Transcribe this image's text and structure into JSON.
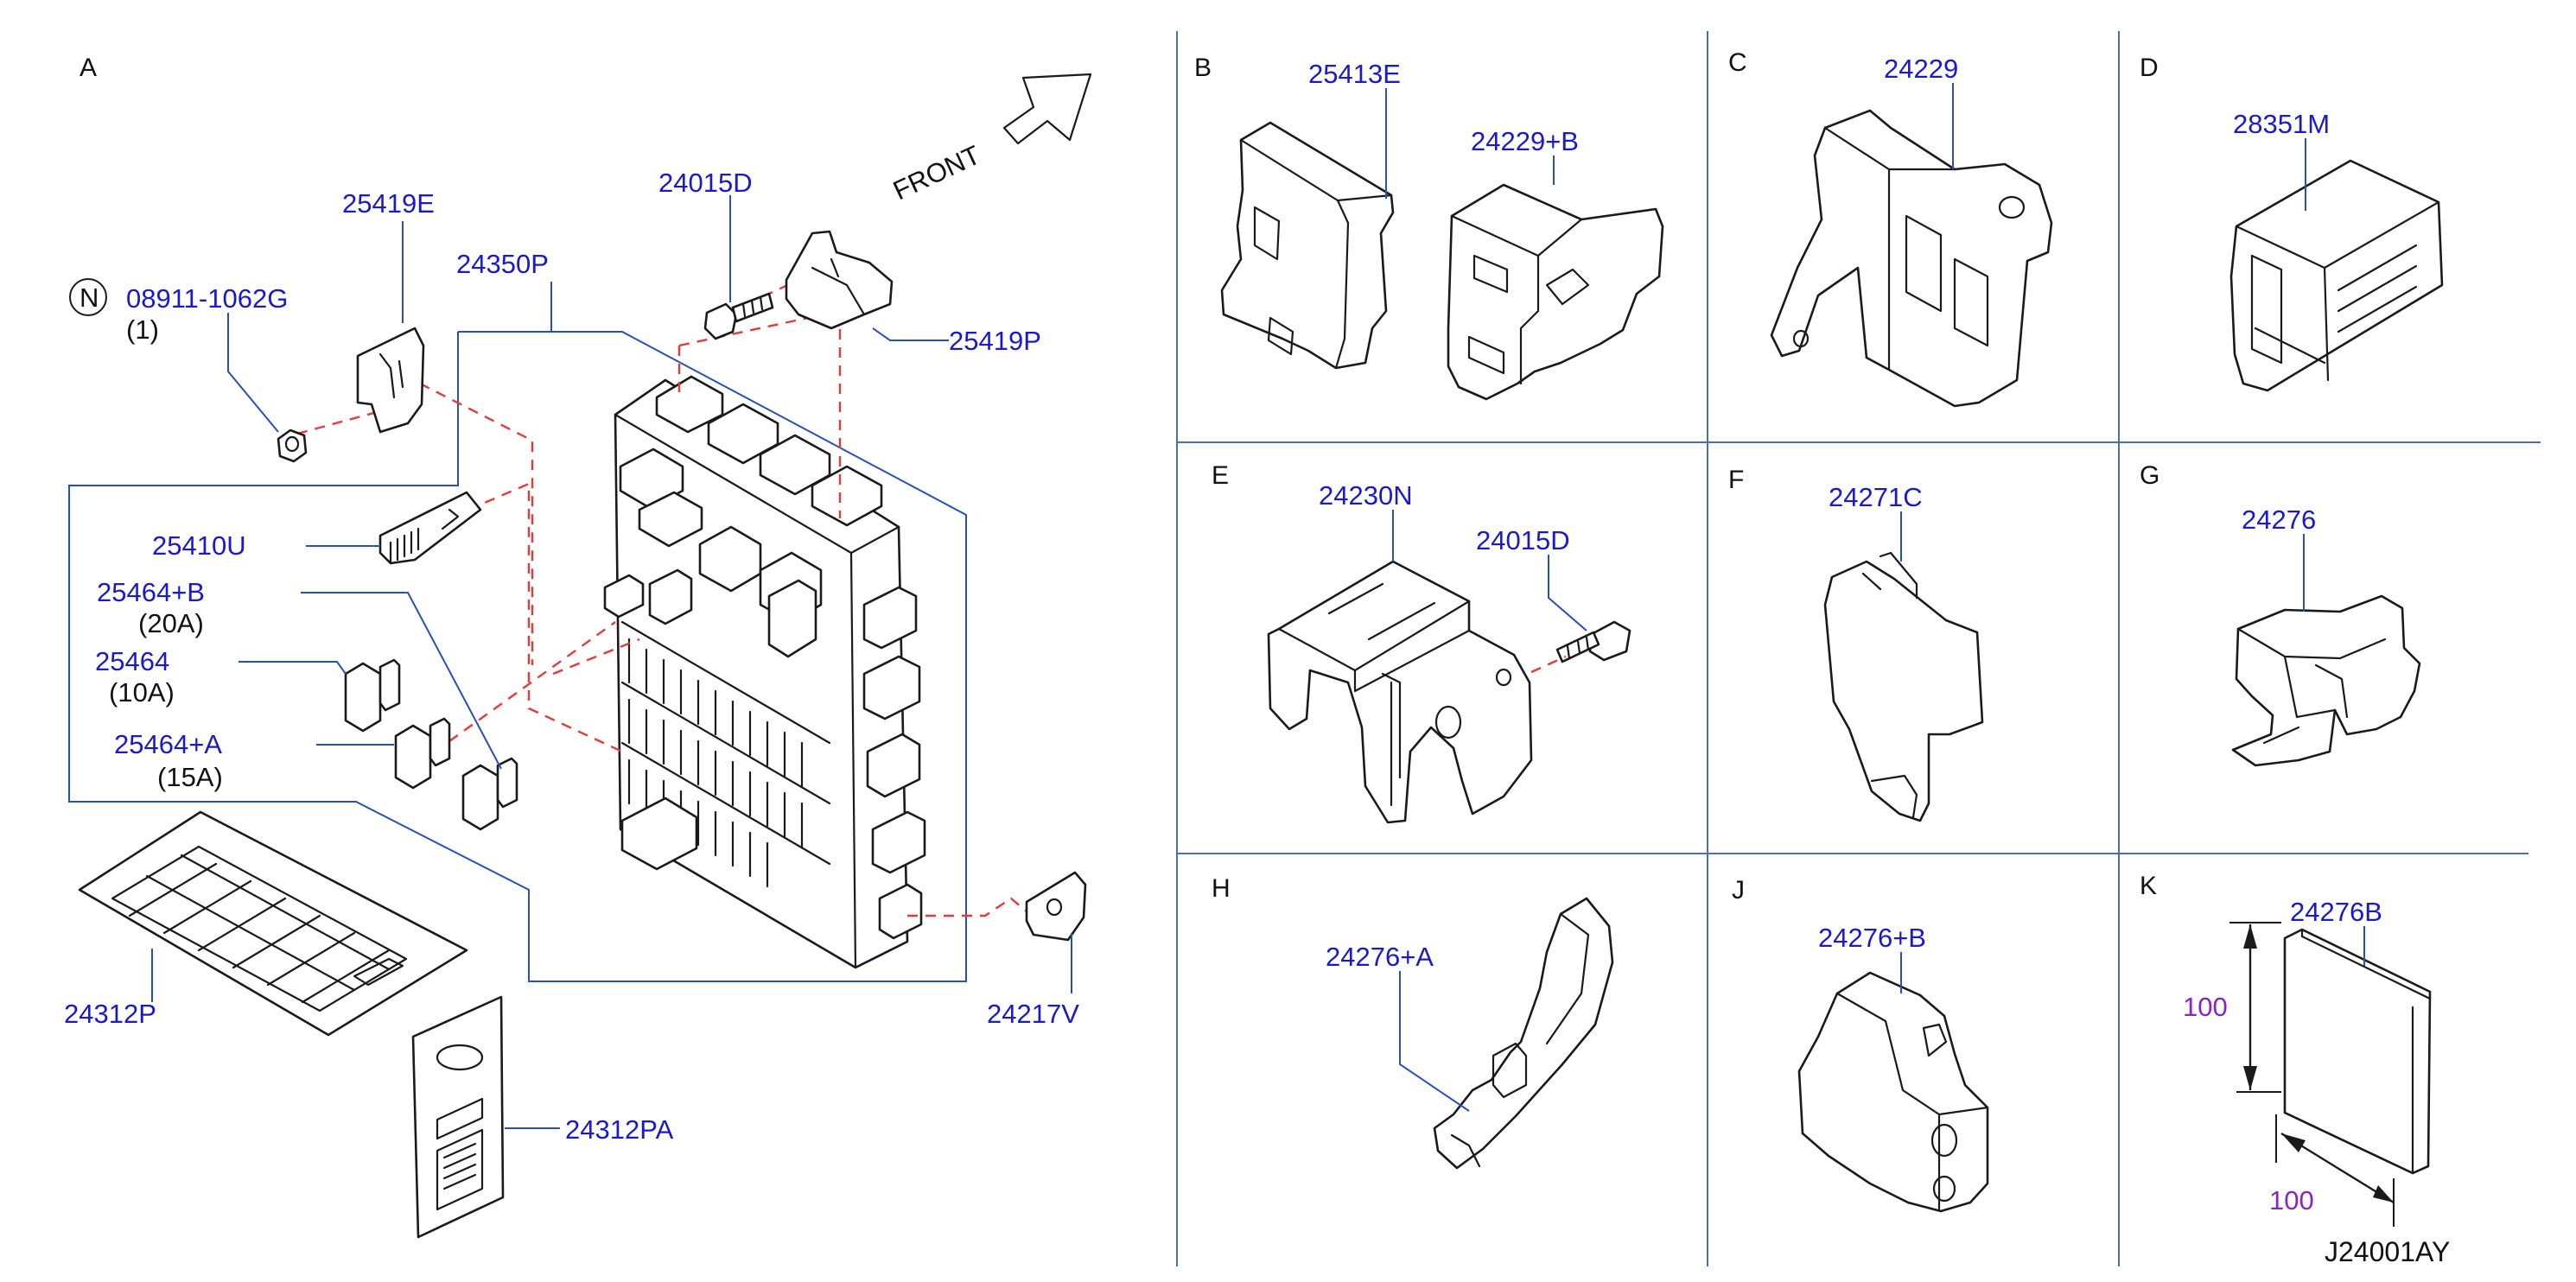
{
  "sections": {
    "A": "A",
    "B": "B",
    "C": "C",
    "D": "D",
    "E": "E",
    "F": "F",
    "G": "G",
    "H": "H",
    "J": "J",
    "K": "K"
  },
  "direction_label": "FRONT",
  "callouts": {
    "nut_symbol": "N",
    "p08911_1062G": "08911-1062G",
    "p08911_1062G_qty": "(1)",
    "p25419E": "25419E",
    "p24350P": "24350P",
    "p24015D_A": "24015D",
    "p25419P": "25419P",
    "p25410U": "25410U",
    "p25464B": "25464+B",
    "p25464B_amp": "(20A)",
    "p25464": "25464",
    "p25464_amp": "(10A)",
    "p25464A": "25464+A",
    "p25464A_amp": "(15A)",
    "p24312P": "24312P",
    "p24312PA": "24312PA",
    "p24217V": "24217V",
    "p25413E": "25413E",
    "p24229B": "24229+B",
    "p24229": "24229",
    "p28351M": "28351M",
    "p24230N": "24230N",
    "p24015D_E": "24015D",
    "p24271C": "24271C",
    "p24276": "24276",
    "p24276A": "24276+A",
    "p24276Bplus": "24276+B",
    "p24276B": "24276B"
  },
  "dimensions": {
    "height": "100",
    "width": "100"
  },
  "diagram_ref": "J24001AY",
  "colors": {
    "part_number": "#1a1acc",
    "dimension": "#8a22c8",
    "hidden_line": "#e43a3a",
    "leader": "#2a4fb8"
  }
}
